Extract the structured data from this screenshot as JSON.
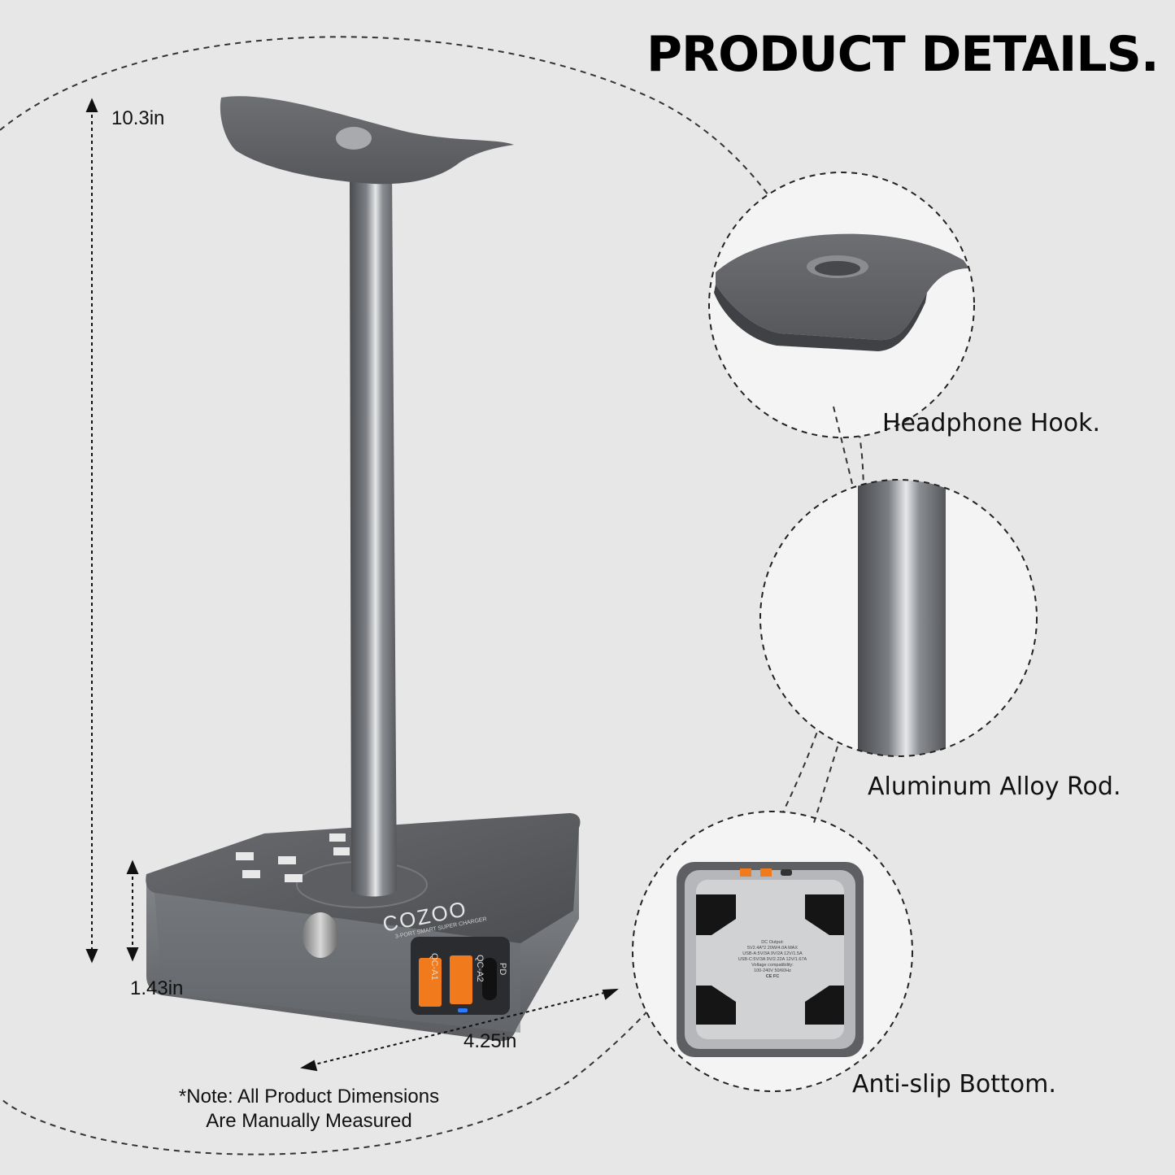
{
  "title": "PRODUCT DETAILS.",
  "dimensions": {
    "height_total": "10.3in",
    "height_base": "1.43in",
    "width_base": "4.25in"
  },
  "note": {
    "line1": "*Note: All Product Dimensions",
    "line2": "Are Manually Measured"
  },
  "details": [
    {
      "caption": "Headphone Hook."
    },
    {
      "caption": "Aluminum Alloy Rod."
    },
    {
      "caption": "Anti-slip Bottom."
    }
  ],
  "product": {
    "brand": "COZOO",
    "brand_sub": "3-PORT SMART SUPER CHARGER",
    "ports": [
      "QC-A1",
      "QC-A2",
      "PD"
    ]
  },
  "bottom_label": {
    "lines": [
      "DC Output:",
      "5V2.4A*2 20W/4.0A MAX",
      "USB-A:5V/3A 9V/2A 12V/1.5A",
      "USB-C:5V/3A 9V/2.22A 12V/1.67A",
      "Voltage compatibility:",
      "100-240V 50/60Hz"
    ],
    "cert": "CE FC"
  },
  "colors": {
    "background": "#e7e7e7",
    "metal_dark": "#5a5c60",
    "metal_light": "#b9bbbe",
    "port_orange": "#f07a1c",
    "led_blue": "#2d7bff"
  }
}
